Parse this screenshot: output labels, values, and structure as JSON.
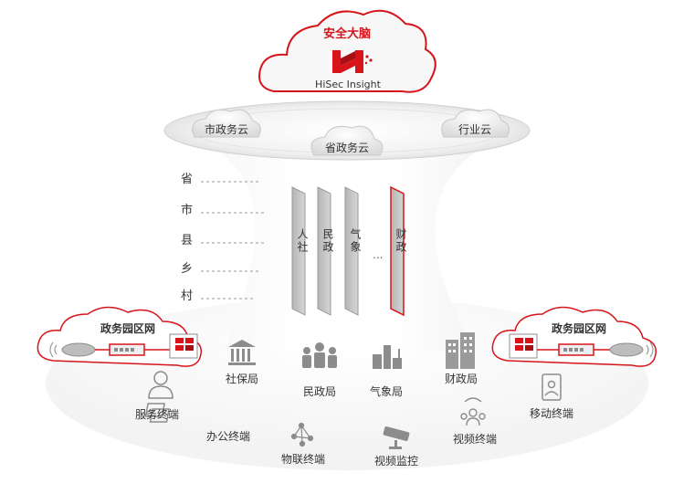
{
  "brain": {
    "title": "安全大脑",
    "product": "HiSec Insight"
  },
  "clouds": {
    "city": "市政务云",
    "province": "省政务云",
    "industry": "行业云"
  },
  "levels": [
    "省",
    "市",
    "县",
    "乡",
    "村"
  ],
  "departments_vertical": {
    "hr": "人社",
    "civil": "民政",
    "weather": "气象",
    "ellipsis": "...",
    "finance": "财政"
  },
  "park": {
    "left": "政务园区网",
    "right": "政务园区网"
  },
  "bureaus": {
    "social": "社保局",
    "civil": "民政局",
    "weather": "气象局",
    "finance": "财政局"
  },
  "terminals": {
    "service": "服务终端",
    "office": "办公终端",
    "iot": "物联终端",
    "camera": "视频监控",
    "video": "视频终端",
    "mobile": "移动终端"
  },
  "colors": {
    "accent": "#d7141a",
    "text": "#333333",
    "icon": "#8c8c8c"
  }
}
